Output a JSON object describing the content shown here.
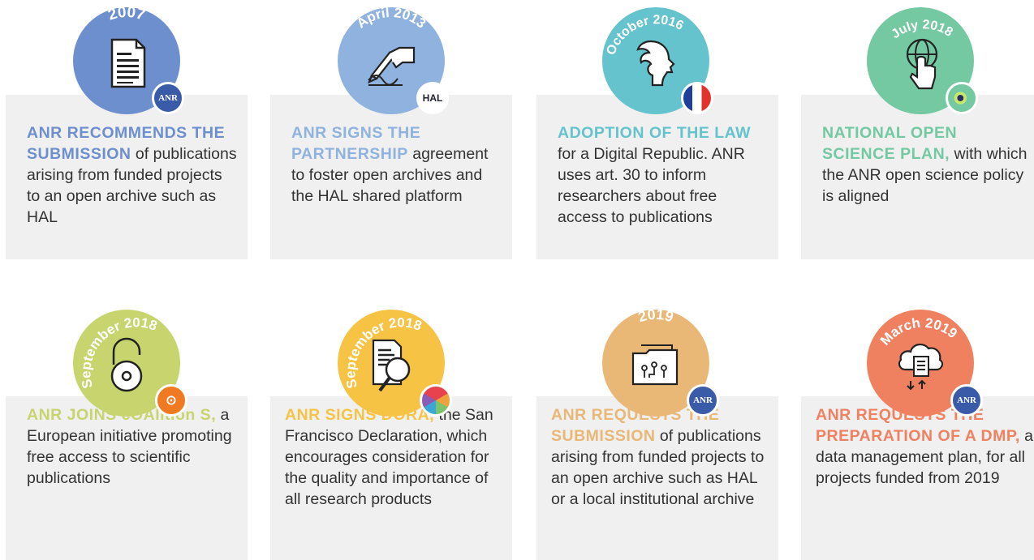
{
  "milestones": [
    {
      "date": "2007",
      "highlight": "ANR RECOMMENDS THE SUBMISSION",
      "body": " of publications arising from funded projects to an open archive such as HAL",
      "color": "#6e8fce",
      "icon": "document-icon",
      "badge": "ANR"
    },
    {
      "date": "April 2013",
      "highlight": "ANR SIGNS THE PARTNERSHIP",
      "body": " agreement to foster open archives and the HAL shared platform",
      "color": "#8fb2de",
      "icon": "signing-hand-icon",
      "badge": "HAL"
    },
    {
      "date": "October 2016",
      "highlight": "ADOPTION OF THE LAW",
      "body": " for a Digital Republic. ANR uses art. 30 to inform researchers about free access to publications",
      "color": "#64c3cc",
      "icon": "profile-head-icon",
      "badge": "france-flag"
    },
    {
      "date": "July 2018",
      "highlight": "NATIONAL OPEN SCIENCE PLAN,",
      "body": " with which the ANR open science policy is aligned",
      "color": "#74c8a2",
      "icon": "globe-touch-icon",
      "badge": "open-science-logo"
    },
    {
      "date": "September 2018",
      "highlight": "ANR JOINS cOAlition S,",
      "body": " a European initiative promoting free access to scientific publications",
      "color": "#c8d46e",
      "icon": "open-padlock-icon",
      "badge": "open-access-logo"
    },
    {
      "date": "September 2018",
      "highlight": "ANR SIGNS DORA,",
      "body": " the San Francisco Declaration, which encourages consideration for the quality and importance of all research products",
      "color": "#f6c344",
      "icon": "document-magnifier-icon",
      "badge": "dora-logo"
    },
    {
      "date": "2019",
      "highlight": "ANR REQUESTS THE SUBMISSION",
      "body": " of publications arising from funded projects to an open archive such as HAL or a local institutional archive",
      "color": "#e9b776",
      "icon": "folder-circuit-icon",
      "badge": "ANR"
    },
    {
      "date": "March 2019",
      "highlight": "ANR REQUESTS THE PREPARATION OF A DMP,",
      "body": " a data management plan, for all projects funded from 2019",
      "color": "#ef8060",
      "icon": "cloud-document-icon",
      "badge": "ANR"
    }
  ]
}
